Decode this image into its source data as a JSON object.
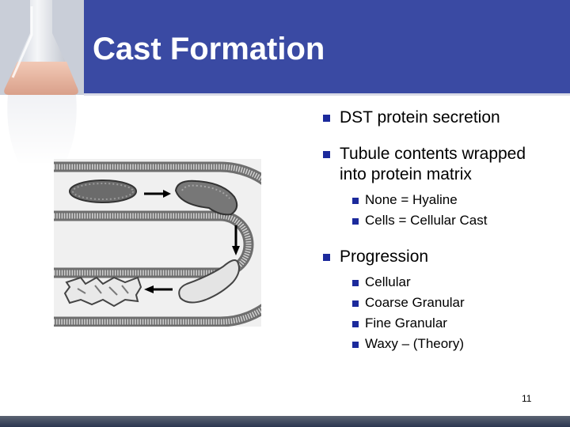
{
  "slide": {
    "title": "Cast Formation",
    "page_number": "11"
  },
  "bullets": [
    {
      "text": "DST protein secretion",
      "sub": []
    },
    {
      "text": "Tubule contents wrapped into protein matrix",
      "sub": [
        {
          "text": "None = Hyaline"
        },
        {
          "text": "Cells = Cellular Cast"
        }
      ]
    },
    {
      "text": "Progression",
      "sub": [
        {
          "text": "Cellular"
        },
        {
          "text": "Coarse Granular"
        },
        {
          "text": "Fine Granular"
        },
        {
          "text": "Waxy – (Theory)"
        }
      ]
    }
  ],
  "colors": {
    "title_bar": "#3a4aa3",
    "bullet": "#1c2a9c",
    "footer": "#2b3550"
  },
  "icons": {
    "header_image": "laboratory-flask-icon",
    "bullet_marker": "square-bullet-icon"
  }
}
